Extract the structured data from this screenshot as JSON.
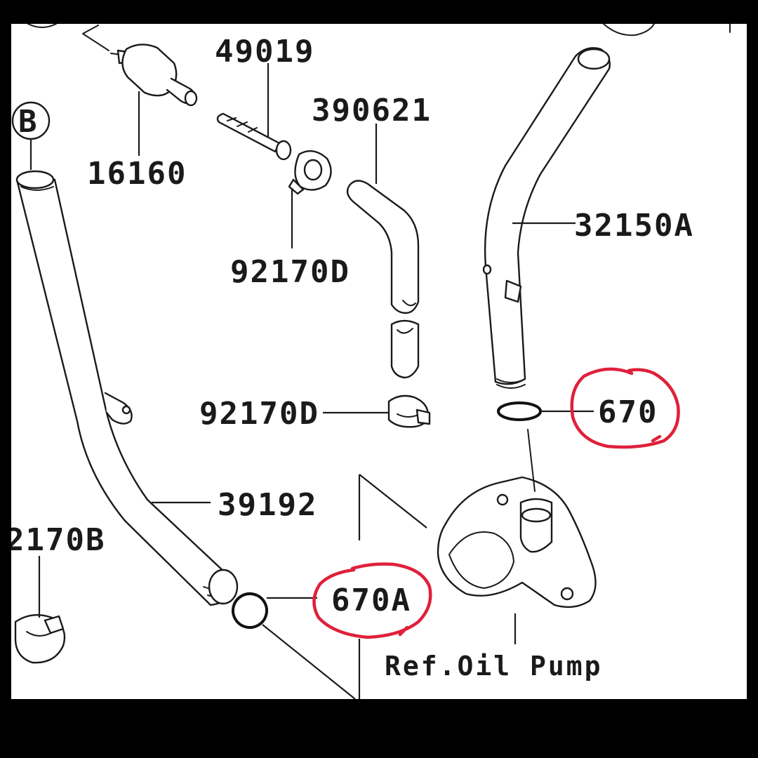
{
  "parts": {
    "p49019": "49019",
    "p16160": "16160",
    "p390621": "390621",
    "p32150A": "32150A",
    "p92170D_top": "92170D",
    "p92170D_mid": "92170D",
    "p670": "670",
    "p39192": "39192",
    "p2170B": "2170B",
    "p670A": "670A"
  },
  "reference_marker": "B",
  "reference_note": "Ref.Oil Pump",
  "highlight_color": "#e0203a",
  "highlighted_parts": [
    "670",
    "670A"
  ]
}
